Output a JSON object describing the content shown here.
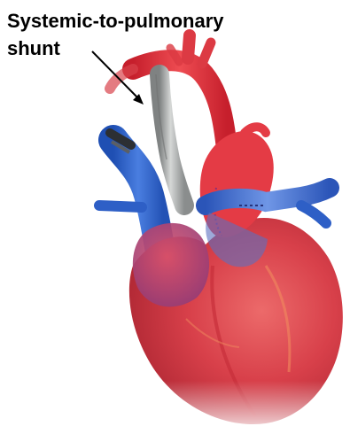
{
  "label": {
    "line1": "Systemic-to-pulmonary",
    "line2": "shunt"
  },
  "colors": {
    "heart_red": "#d8404a",
    "artery_red": "#e0323c",
    "vein_blue": "#2e5fc6",
    "shunt_gray": "#a9acac",
    "arrow": "#000000"
  },
  "icons": {
    "arrow": "leader-arrow",
    "heart": "heart-illustration"
  }
}
